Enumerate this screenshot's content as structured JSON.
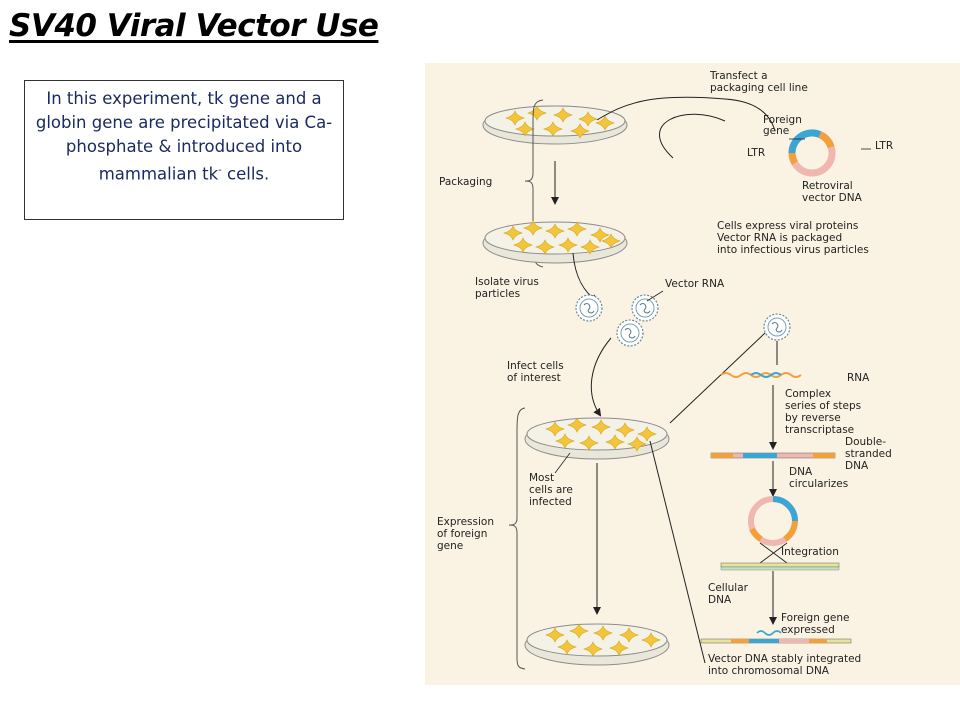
{
  "slide": {
    "title": "SV40 Viral Vector Use",
    "note": {
      "text_before_sup": "In this experiment, tk gene and a globin gene are precipitated via Ca-phosphate & introduced into mammalian tk",
      "superscript": "-",
      "text_after_sup": " cells."
    }
  },
  "figure": {
    "labels": {
      "transfect": [
        "Transfect a",
        "packaging cell line"
      ],
      "foreign_gene": [
        "Foreign",
        "gene"
      ],
      "ltr_left": "LTR",
      "ltr_right": "LTR",
      "retroviral": [
        "Retroviral",
        "vector DNA"
      ],
      "packaging": "Packaging",
      "cells_express": [
        "Cells express viral proteins",
        "Vector RNA is packaged",
        "into infectious virus particles"
      ],
      "isolate": [
        "Isolate virus",
        "particles"
      ],
      "vector_rna": "Vector RNA",
      "infect": [
        "Infect cells",
        "of interest"
      ],
      "rna": "RNA",
      "complex": [
        "Complex",
        "series of steps",
        "by reverse",
        "transcriptase"
      ],
      "double_stranded": [
        "Double-",
        "stranded",
        "DNA"
      ],
      "dna_circ": [
        "DNA",
        "circularizes"
      ],
      "most_cells": [
        "Most",
        "cells are",
        "infected"
      ],
      "expression": [
        "Expression",
        "of foreign",
        "gene"
      ],
      "integration": "Integration",
      "cellular_dna": [
        "Cellular",
        "DNA"
      ],
      "foreign_expressed": [
        "Foreign gene",
        "expressed"
      ],
      "vector_integrated": [
        "Vector DNA stably integrated",
        "into chromosomal DNA"
      ]
    },
    "colors": {
      "background": "#faf3e3",
      "dish_fill": "#f4f1e6",
      "cell": "#f2c53a",
      "blue_segment": "#3aa6d6",
      "pink_segment": "#f0b7b0",
      "orange_segment": "#f2a13a",
      "note_text": "#1c2a63"
    }
  }
}
